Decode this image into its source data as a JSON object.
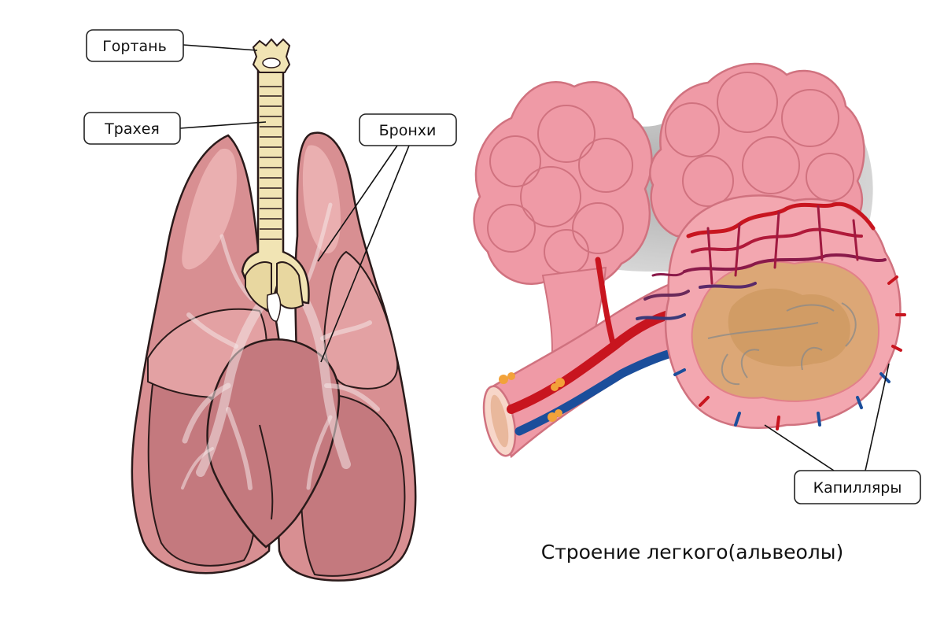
{
  "labels": {
    "larynx": "Гортань",
    "trachea": "Трахея",
    "bronchi": "Бронхи",
    "capillaries": "Капилляры"
  },
  "caption": "Строение легкого(альвеолы)",
  "colors": {
    "lung": "#d88f92",
    "lung_light": "#e7a9aa",
    "lung_dark": "#b96d72",
    "trachea": "#f1e4b4",
    "alveoli": "#ef9aa6",
    "artery": "#c8151f",
    "vein": "#1b4e9b",
    "sac": "#d9a86c"
  }
}
